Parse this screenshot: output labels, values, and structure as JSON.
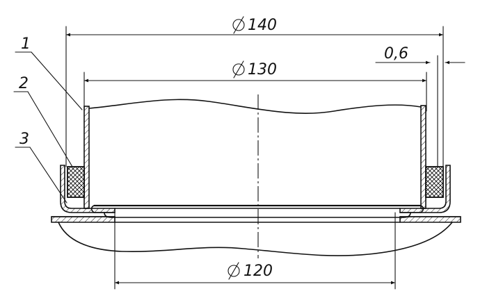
{
  "dimensions": {
    "outer_diameter": "Ø 140",
    "inner_diameter": "Ø 130",
    "bottom_diameter": "Ø 120",
    "thickness": "0,6"
  },
  "callouts": [
    "1",
    "2",
    "3"
  ]
}
